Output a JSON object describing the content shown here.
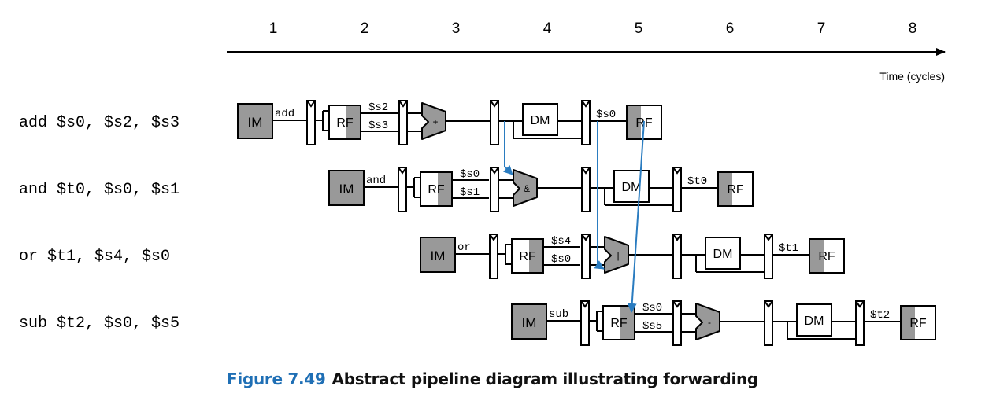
{
  "cycles": [
    "1",
    "2",
    "3",
    "4",
    "5",
    "6",
    "7",
    "8"
  ],
  "time_axis_label": "Time (cycles)",
  "instructions": [
    {
      "text": "add $s0, $s2, $s3",
      "op": "add",
      "src1": "$s2",
      "src2": "$s3",
      "alu_symbol": "+",
      "dest": "$s0"
    },
    {
      "text": "and $t0, $s0, $s1",
      "op": "and",
      "src1": "$s0",
      "src2": "$s1",
      "alu_symbol": "&",
      "dest": "$t0"
    },
    {
      "text": "or  $t1, $s4, $s0",
      "op": "or",
      "src1": "$s4",
      "src2": "$s0",
      "alu_symbol": "|",
      "dest": "$t1"
    },
    {
      "text": "sub $t2, $s0, $s5",
      "op": "sub",
      "src1": "$s0",
      "src2": "$s5",
      "alu_symbol": "-",
      "dest": "$t2"
    }
  ],
  "stage_labels": {
    "im": "IM",
    "rf": "RF",
    "dm": "DM"
  },
  "caption": {
    "figure": "Figure 7.49",
    "text": "Abstract pipeline diagram illustrating forwarding"
  },
  "colors": {
    "block_fill": "#999999",
    "arrow": "#2a7cc0",
    "caption_figure": "#1f6fb5"
  }
}
